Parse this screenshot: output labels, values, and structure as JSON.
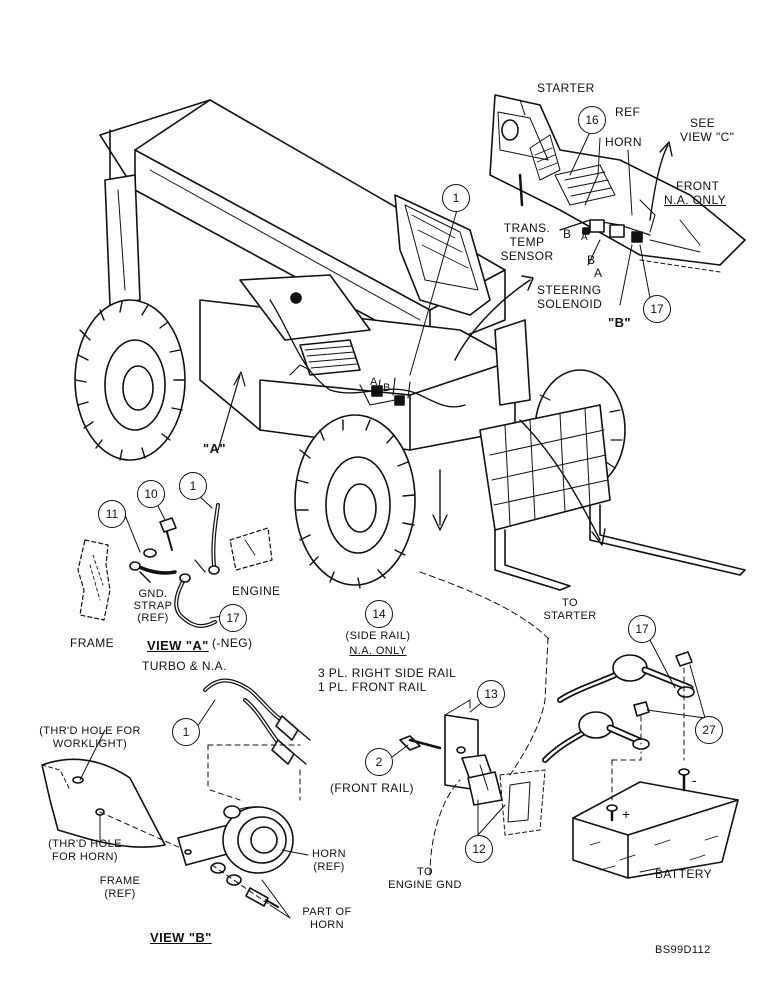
{
  "callouts": [
    "1",
    "16",
    "17",
    "10",
    "11",
    "1",
    "17",
    "14",
    "13",
    "17",
    "27",
    "1",
    "2",
    "12"
  ],
  "labels": {
    "starter": "STARTER",
    "ref_top": "REF",
    "horn_top": "HORN",
    "see_view_c_1": "SEE",
    "see_view_c_2": "VIEW \"C\"",
    "front_na_1": "FRONT",
    "front_na_2": "N.A. ONLY",
    "trans_1": "TRANS.",
    "trans_2": "TEMP",
    "trans_3": "SENSOR",
    "steering_1": "STEERING",
    "steering_2": "SOLENOID",
    "b_top": "B",
    "a_top": "A",
    "b_small": "B",
    "b_callout": "\"B\"",
    "a_callout": "\"A\"",
    "a_engine": "A",
    "b_engine": "B",
    "gnd_1": "GND.",
    "gnd_2": "STRAP",
    "gnd_3": "(REF)",
    "engine": "ENGINE",
    "frame_a": "FRAME",
    "neg": "(-NEG)",
    "view_a": "VIEW \"A\"",
    "turbo": "TURBO & N.A.",
    "side_rail": "(SIDE RAIL)",
    "na_only": "N.A. ONLY",
    "rail_1": "3 PL. RIGHT SIDE RAIL",
    "rail_2": "1 PL. FRONT RAIL",
    "front_rail": "(FRONT RAIL)",
    "to_starter_1": "TO",
    "to_starter_2": "STARTER",
    "to_gnd_1": "TO",
    "to_gnd_2": "ENGINE GND",
    "battery": "BATTERY",
    "thrd_work_1": "(THR'D HOLE FOR",
    "thrd_work_2": "WORKLIGHT)",
    "thrd_horn_1": "(THR'D HOLE",
    "thrd_horn_2": "FOR HORN)",
    "frame_b_1": "FRAME",
    "frame_b_2": "(REF)",
    "horn_b_1": "HORN",
    "horn_b_2": "(REF)",
    "part_1": "PART OF",
    "part_2": "HORN",
    "view_b": "VIEW \"B\"",
    "plus": "+",
    "minus": "-",
    "code": "BS99D112"
  }
}
